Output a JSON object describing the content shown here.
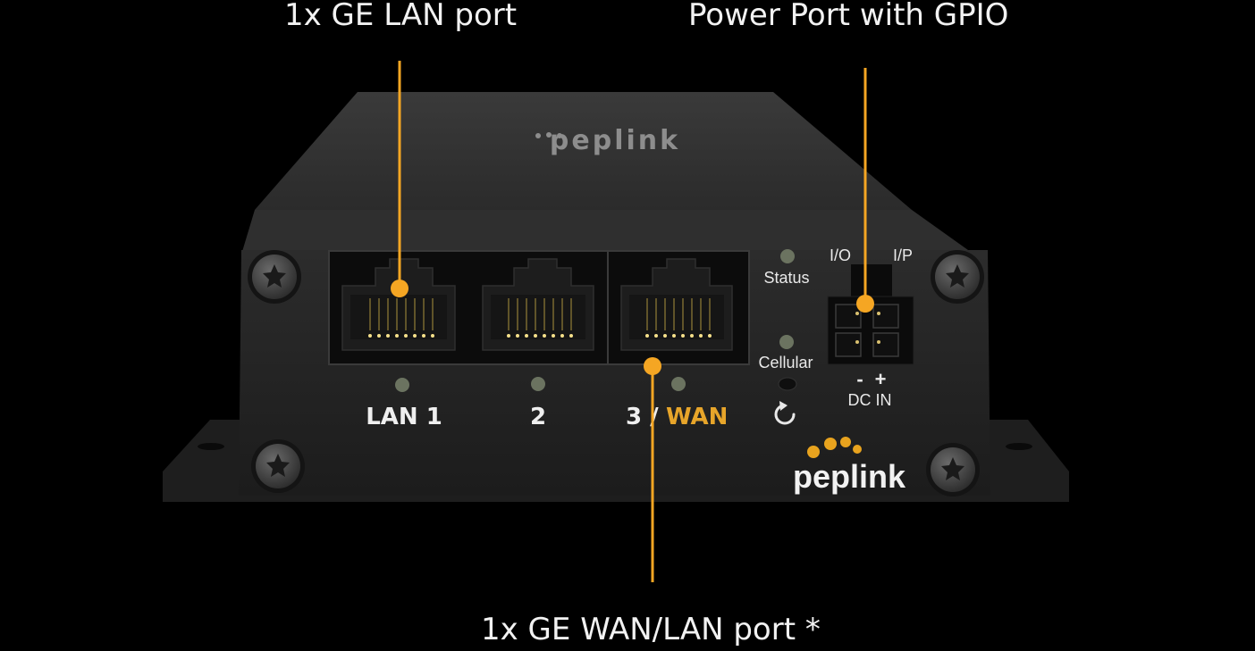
{
  "callouts": {
    "lan": "1x GE LAN port",
    "power": "Power Port with GPIO",
    "wan": "1x GE WAN/LAN port *"
  },
  "device": {
    "brand": "peplink",
    "ports": {
      "lan1": "LAN 1",
      "port2": "2",
      "port3": "3 /",
      "wan": "WAN"
    },
    "leds": {
      "status": "Status",
      "cellular": "Cellular"
    },
    "power": {
      "io": "I/O",
      "ip": "I/P",
      "minus": "-",
      "plus": "+",
      "dcin": "DC IN"
    }
  },
  "colors": {
    "background": "#000000",
    "accent": "#f5a623",
    "body": "#262626",
    "logo_dots": "#e8a31e"
  },
  "icons": {
    "reset": "reset-icon",
    "screw": "screw-icon"
  }
}
